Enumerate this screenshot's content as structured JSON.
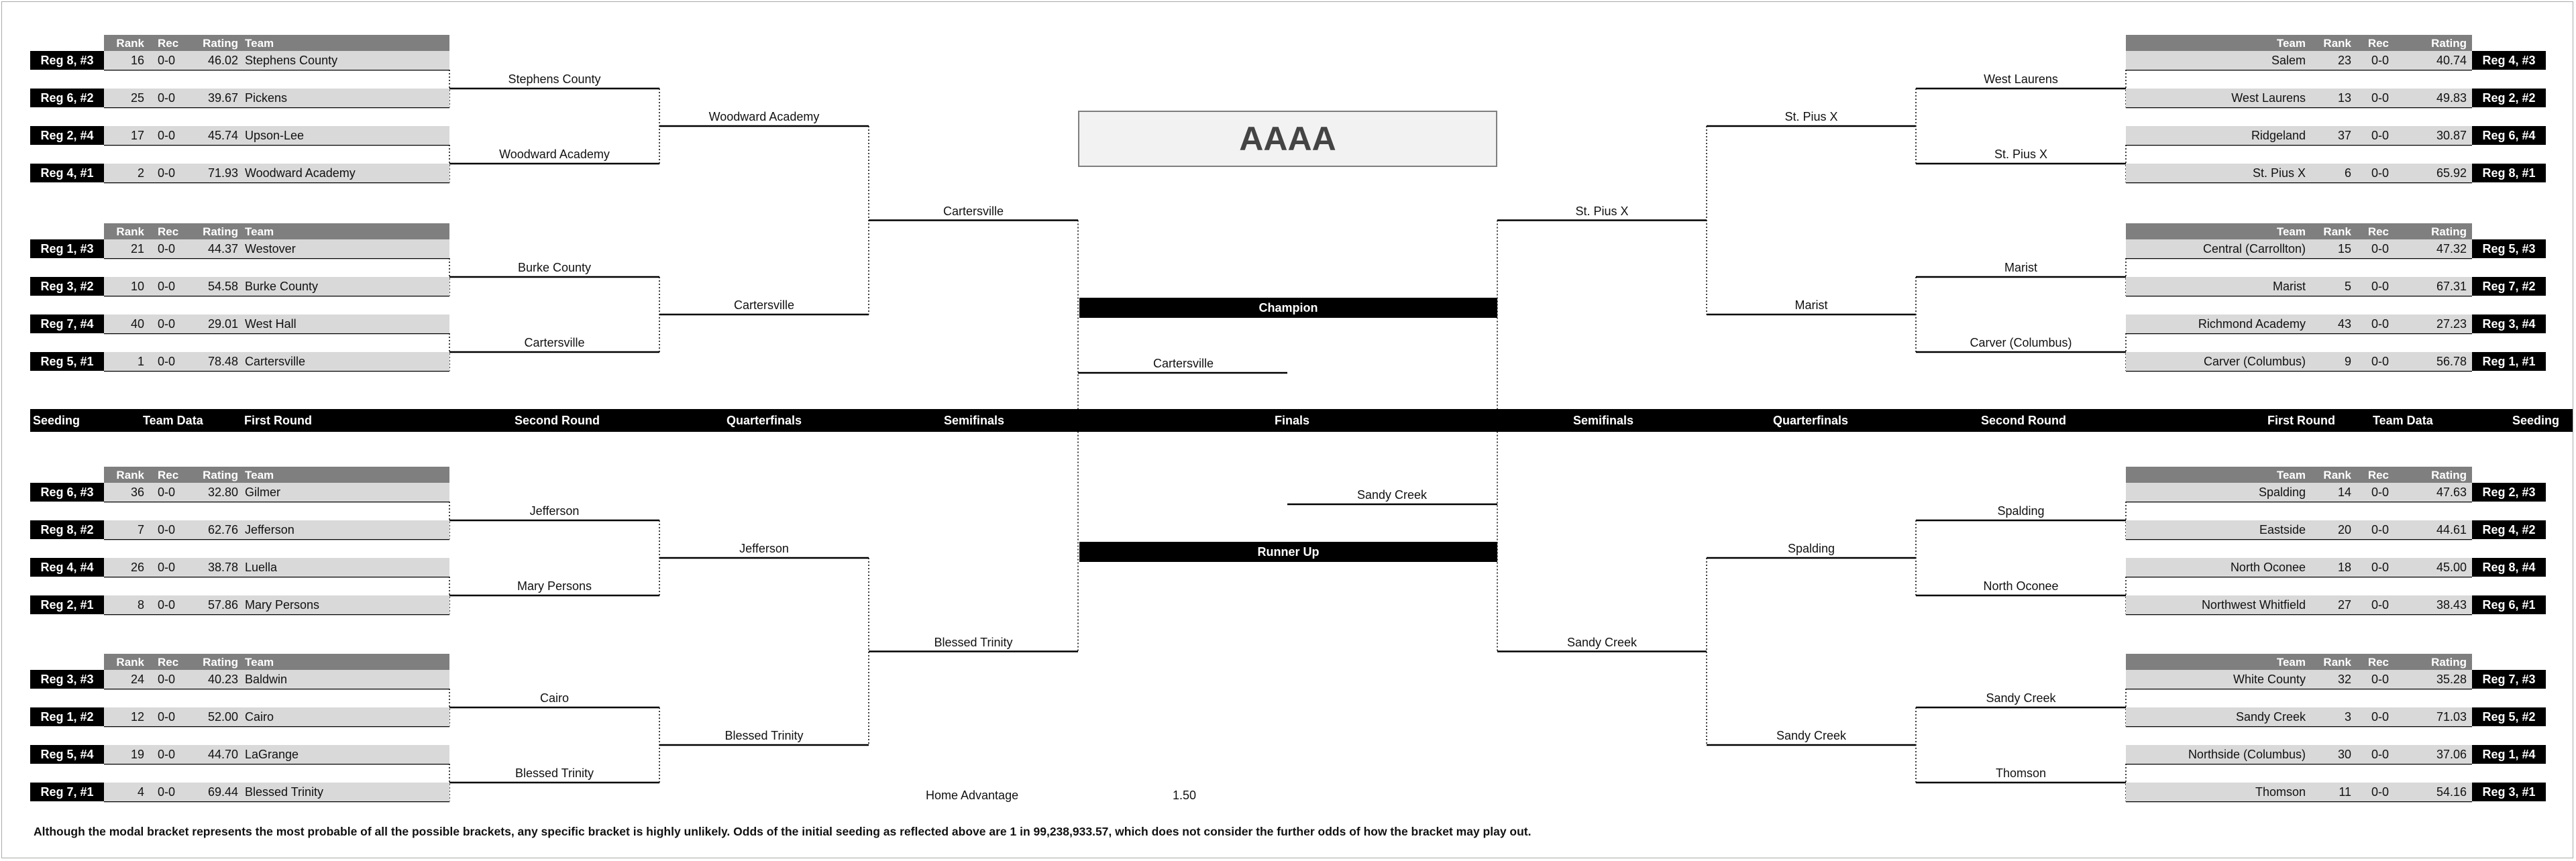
{
  "title": "AAAA",
  "team_headers": [
    "Rank",
    "Rec",
    "Rating",
    "Team"
  ],
  "rounds_left": [
    "Seeding",
    "Team Data",
    "First Round",
    "Second Round",
    "Quarterfinals",
    "Semifinals"
  ],
  "rounds_center": "Finals",
  "rounds_right": [
    "Semifinals",
    "Quarterfinals",
    "Second Round",
    "First Round",
    "Team Data",
    "Seeding"
  ],
  "champion_label": "Champion",
  "runner_up_label": "Runner Up",
  "champion": "Cartersville",
  "runner_up": "Sandy Creek",
  "home_advantage_label": "Home Advantage",
  "home_advantage_value": "1.50",
  "footnote": "Although the modal bracket represents the most probable of all the possible brackets, any specific bracket is highly unlikely.  Odds of the initial seeding as reflected above are 1 in 99,238,933.57, which does not consider the further odds of how the bracket may play out.",
  "left_teams": [
    {
      "seed": "Reg 8, #3",
      "rank": "16",
      "rec": "0-0",
      "rating": "46.02",
      "team": "Stephens County"
    },
    {
      "seed": "Reg 6, #2",
      "rank": "25",
      "rec": "0-0",
      "rating": "39.67",
      "team": "Pickens"
    },
    {
      "seed": "Reg 2, #4",
      "rank": "17",
      "rec": "0-0",
      "rating": "45.74",
      "team": "Upson-Lee"
    },
    {
      "seed": "Reg 4, #1",
      "rank": "2",
      "rec": "0-0",
      "rating": "71.93",
      "team": "Woodward Academy"
    },
    {
      "seed": "Reg 1, #3",
      "rank": "21",
      "rec": "0-0",
      "rating": "44.37",
      "team": "Westover"
    },
    {
      "seed": "Reg 3, #2",
      "rank": "10",
      "rec": "0-0",
      "rating": "54.58",
      "team": "Burke County"
    },
    {
      "seed": "Reg 7, #4",
      "rank": "40",
      "rec": "0-0",
      "rating": "29.01",
      "team": "West Hall"
    },
    {
      "seed": "Reg 5, #1",
      "rank": "1",
      "rec": "0-0",
      "rating": "78.48",
      "team": "Cartersville"
    },
    {
      "seed": "Reg 6, #3",
      "rank": "36",
      "rec": "0-0",
      "rating": "32.80",
      "team": "Gilmer"
    },
    {
      "seed": "Reg 8, #2",
      "rank": "7",
      "rec": "0-0",
      "rating": "62.76",
      "team": "Jefferson"
    },
    {
      "seed": "Reg 4, #4",
      "rank": "26",
      "rec": "0-0",
      "rating": "38.78",
      "team": "Luella"
    },
    {
      "seed": "Reg 2, #1",
      "rank": "8",
      "rec": "0-0",
      "rating": "57.86",
      "team": "Mary Persons"
    },
    {
      "seed": "Reg 3, #3",
      "rank": "24",
      "rec": "0-0",
      "rating": "40.23",
      "team": "Baldwin"
    },
    {
      "seed": "Reg 1, #2",
      "rank": "12",
      "rec": "0-0",
      "rating": "52.00",
      "team": "Cairo"
    },
    {
      "seed": "Reg 5, #4",
      "rank": "19",
      "rec": "0-0",
      "rating": "44.70",
      "team": "LaGrange"
    },
    {
      "seed": "Reg 7, #1",
      "rank": "4",
      "rec": "0-0",
      "rating": "69.44",
      "team": "Blessed Trinity"
    }
  ],
  "right_teams": [
    {
      "seed": "Reg 4, #3",
      "rank": "23",
      "rec": "0-0",
      "rating": "40.74",
      "team": "Salem"
    },
    {
      "seed": "Reg 2, #2",
      "rank": "13",
      "rec": "0-0",
      "rating": "49.83",
      "team": "West Laurens"
    },
    {
      "seed": "Reg 6, #4",
      "rank": "37",
      "rec": "0-0",
      "rating": "30.87",
      "team": "Ridgeland"
    },
    {
      "seed": "Reg 8, #1",
      "rank": "6",
      "rec": "0-0",
      "rating": "65.92",
      "team": "St. Pius X"
    },
    {
      "seed": "Reg 5, #3",
      "rank": "15",
      "rec": "0-0",
      "rating": "47.32",
      "team": "Central (Carrollton)"
    },
    {
      "seed": "Reg 7, #2",
      "rank": "5",
      "rec": "0-0",
      "rating": "67.31",
      "team": "Marist"
    },
    {
      "seed": "Reg 3, #4",
      "rank": "43",
      "rec": "0-0",
      "rating": "27.23",
      "team": "Richmond Academy"
    },
    {
      "seed": "Reg 1, #1",
      "rank": "9",
      "rec": "0-0",
      "rating": "56.78",
      "team": "Carver (Columbus)"
    },
    {
      "seed": "Reg 2, #3",
      "rank": "14",
      "rec": "0-0",
      "rating": "47.63",
      "team": "Spalding"
    },
    {
      "seed": "Reg 4, #2",
      "rank": "20",
      "rec": "0-0",
      "rating": "44.61",
      "team": "Eastside"
    },
    {
      "seed": "Reg 8, #4",
      "rank": "18",
      "rec": "0-0",
      "rating": "45.00",
      "team": "North Oconee"
    },
    {
      "seed": "Reg 6, #1",
      "rank": "27",
      "rec": "0-0",
      "rating": "38.43",
      "team": "Northwest Whitfield"
    },
    {
      "seed": "Reg 7, #3",
      "rank": "32",
      "rec": "0-0",
      "rating": "35.28",
      "team": "White County"
    },
    {
      "seed": "Reg 5, #2",
      "rank": "3",
      "rec": "0-0",
      "rating": "71.03",
      "team": "Sandy Creek"
    },
    {
      "seed": "Reg 1, #4",
      "rank": "30",
      "rec": "0-0",
      "rating": "37.06",
      "team": "Northside (Columbus)"
    },
    {
      "seed": "Reg 3, #1",
      "rank": "11",
      "rec": "0-0",
      "rating": "54.16",
      "team": "Thomson"
    }
  ],
  "left_r2": [
    "Stephens County",
    "Woodward Academy",
    "Burke County",
    "Cartersville",
    "Jefferson",
    "Mary Persons",
    "Cairo",
    "Blessed Trinity"
  ],
  "left_qf": [
    "Woodward Academy",
    "Cartersville",
    "Jefferson",
    "Blessed Trinity"
  ],
  "left_sf": [
    "Cartersville",
    "Blessed Trinity"
  ],
  "right_r2": [
    "West Laurens",
    "St. Pius X",
    "Marist",
    "Carver (Columbus)",
    "Spalding",
    "North Oconee",
    "Sandy Creek",
    "Thomson"
  ],
  "right_qf": [
    "St. Pius X",
    "Marist",
    "Spalding",
    "Sandy Creek"
  ],
  "right_sf": [
    "St. Pius X",
    "Sandy Creek"
  ]
}
